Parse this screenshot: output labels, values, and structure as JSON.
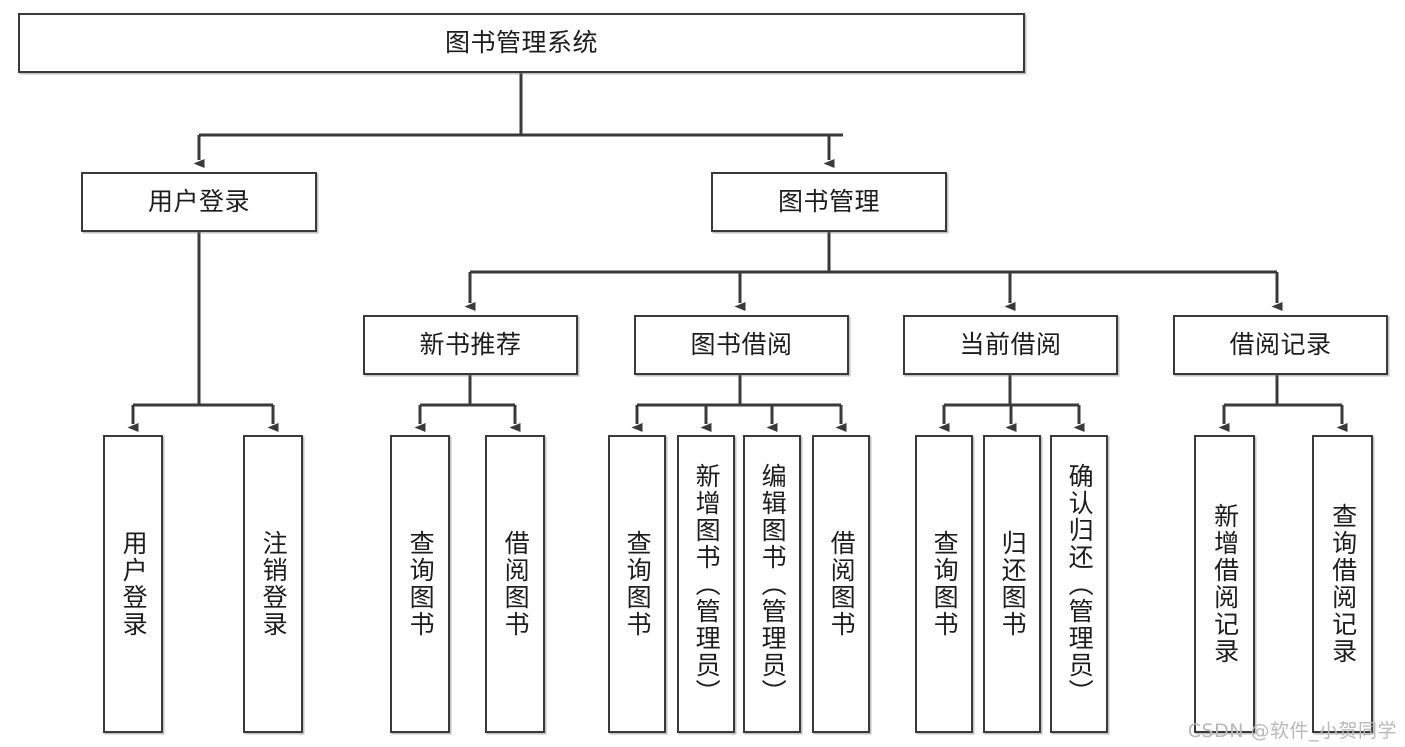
{
  "diagram": {
    "title": "图书管理系统",
    "root": {
      "id": "root",
      "label": "图书管理系统"
    },
    "level2": [
      {
        "id": "user-login",
        "label": "用户登录"
      },
      {
        "id": "book-manage",
        "label": "图书管理"
      }
    ],
    "level3": [
      {
        "id": "new-book-recommend",
        "label": "新书推荐"
      },
      {
        "id": "book-borrow",
        "label": "图书借阅"
      },
      {
        "id": "current-borrow",
        "label": "当前借阅"
      },
      {
        "id": "borrow-record",
        "label": "借阅记录"
      }
    ],
    "leaves": {
      "user_login": [
        {
          "id": "leaf-user-login",
          "label": "用户登录"
        },
        {
          "id": "leaf-logout-login",
          "label": "注销登录"
        }
      ],
      "new_book_recommend": [
        {
          "id": "leaf-query-book-1",
          "label": "查询图书"
        },
        {
          "id": "leaf-borrow-book-1",
          "label": "借阅图书"
        }
      ],
      "book_borrow": [
        {
          "id": "leaf-query-book-2",
          "label": "查询图书"
        },
        {
          "id": "leaf-add-book",
          "label": "新增图书（管理员）"
        },
        {
          "id": "leaf-edit-book",
          "label": "编辑图书（管理员）"
        },
        {
          "id": "leaf-borrow-book-2",
          "label": "借阅图书"
        }
      ],
      "current_borrow": [
        {
          "id": "leaf-query-book-3",
          "label": "查询图书"
        },
        {
          "id": "leaf-return-book",
          "label": "归还图书"
        },
        {
          "id": "leaf-confirm-return",
          "label": "确认归还（管理员）"
        }
      ],
      "borrow_record": [
        {
          "id": "leaf-add-record",
          "label": "新增借阅记录"
        },
        {
          "id": "leaf-query-record",
          "label": "查询借阅记录"
        }
      ]
    },
    "colors": {
      "stroke": "#3a3a3a",
      "fill": "#ffffff",
      "text": "#1d1d1d",
      "watermark": "#b9b9b9"
    }
  },
  "watermark": {
    "text": "CSDN @软件_小贺同学"
  }
}
